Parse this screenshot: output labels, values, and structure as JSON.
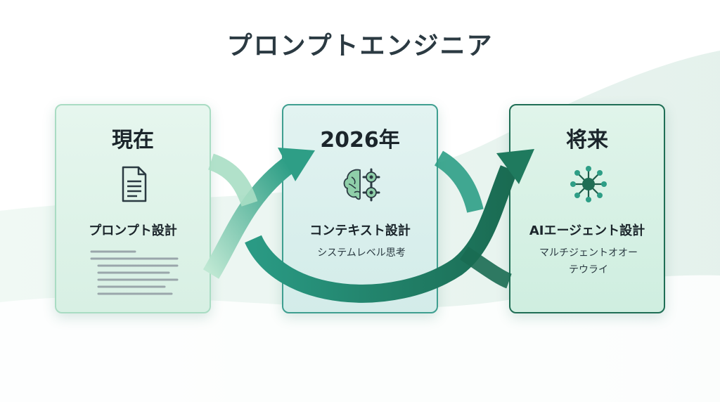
{
  "title": "プロンプトエンジニア",
  "cards": [
    {
      "heading": "現在",
      "label": "プロンプト設計",
      "sub": "",
      "icon": "document-icon"
    },
    {
      "heading": "2026年",
      "label": "コンテキスト設計",
      "sub": "システムレベル思考",
      "icon": "brain-gears-icon"
    },
    {
      "heading": "将来",
      "label": "AIエージェント設計",
      "sub": "マルチジェントオオーテウライ",
      "icon": "network-hub-icon"
    }
  ],
  "colors": {
    "accent_light": "#8fd3b2",
    "accent_mid": "#2e9e86",
    "accent_dark": "#1a6b52",
    "title_text": "#2b3a42"
  }
}
